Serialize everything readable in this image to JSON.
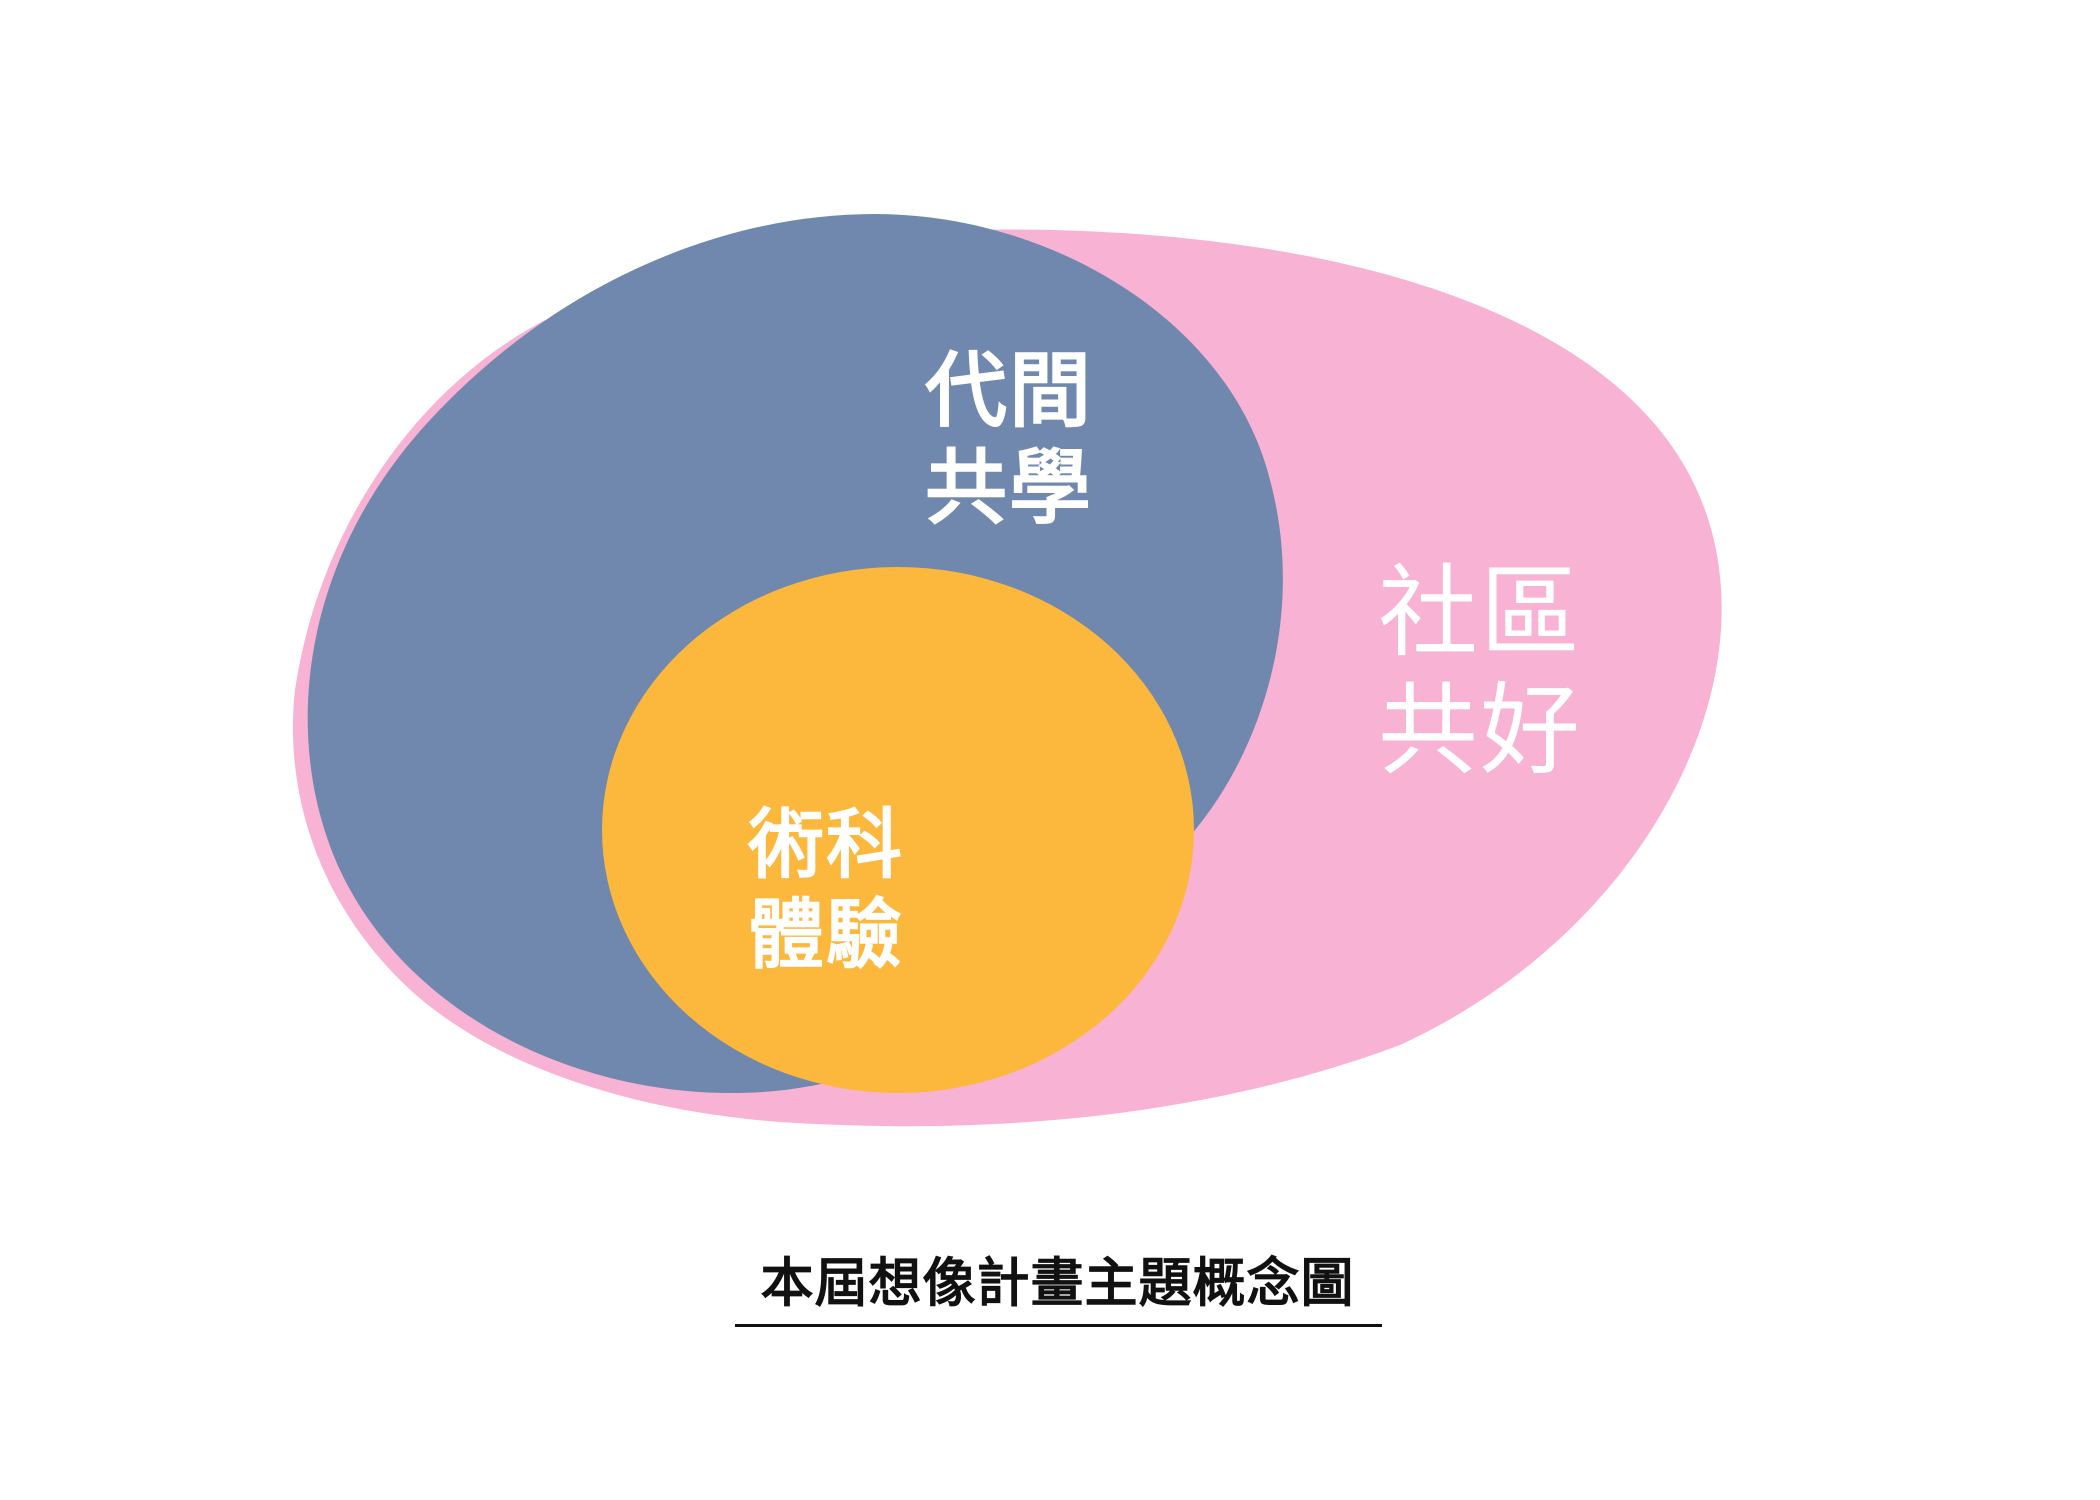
{
  "diagram": {
    "circles": [
      {
        "id": "community",
        "lines": [
          "社區",
          "共好"
        ],
        "color": "#f8b2d4"
      },
      {
        "id": "intergenerational",
        "lines": [
          "代間",
          "共學"
        ],
        "color": "#7088ad"
      },
      {
        "id": "art-science",
        "lines": [
          "術科",
          "體驗"
        ],
        "color": "#fcb73d"
      }
    ],
    "label_color": "#ffffff"
  },
  "caption": {
    "text": "本屆想像計畫主題概念圖",
    "color": "#111111"
  }
}
